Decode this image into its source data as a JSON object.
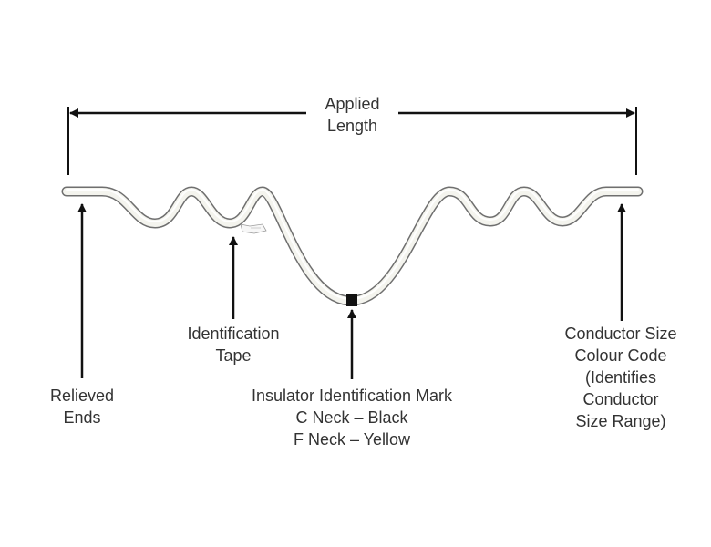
{
  "title": {
    "line1": "Applied",
    "line2": "Length"
  },
  "labels": {
    "relieved_ends": {
      "line1": "Relieved",
      "line2": "Ends"
    },
    "identification_tape": {
      "line1": "Identification",
      "line2": "Tape"
    },
    "insulator_mark": {
      "line1": "Insulator Identification Mark",
      "line2": "C Neck – Black",
      "line3": "F Neck – Yellow"
    },
    "conductor_size": {
      "line1": "Conductor Size",
      "line2": "Colour Code",
      "line3": "(Identifies",
      "line4": "Conductor",
      "line5": "Size Range)"
    }
  },
  "colors": {
    "wire_fill": "#f4f4ee",
    "wire_outline": "#6f6f6f",
    "arrow": "#111111",
    "mark": "#111111",
    "text": "#333333"
  }
}
